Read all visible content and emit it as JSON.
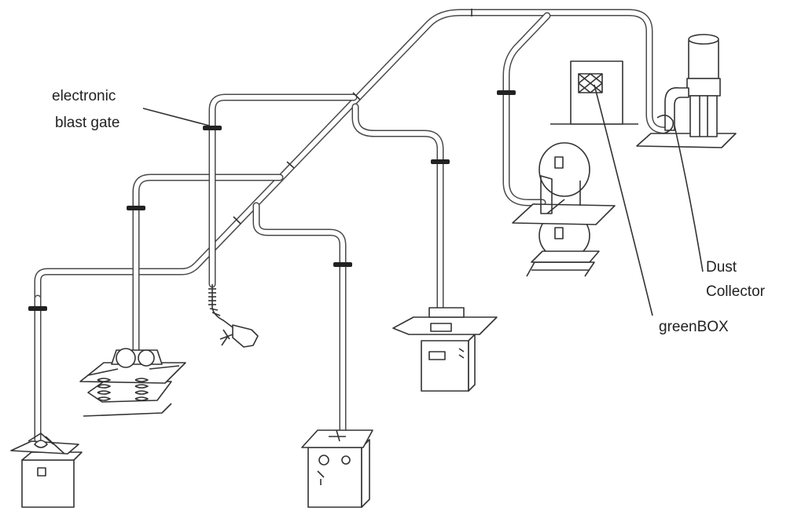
{
  "labels": {
    "blast_gate_line1": "electronic",
    "blast_gate_line2": "blast gate",
    "green_box": "greenBOX",
    "dust_collector_line1": "Dust",
    "dust_collector_line2": "Collector"
  },
  "icons": {
    "table_saw_small": "table-saw-icon",
    "jointer": "jointer-icon",
    "floor_hose": "floor-sweep-icon",
    "table_saw": "table-saw-icon",
    "shaper": "shaper-icon",
    "band_saw": "band-saw-icon",
    "green_box": "control-box-icon",
    "dust_collector": "dust-collector-icon"
  },
  "colors": {
    "line": "#333333",
    "background": "#ffffff"
  }
}
